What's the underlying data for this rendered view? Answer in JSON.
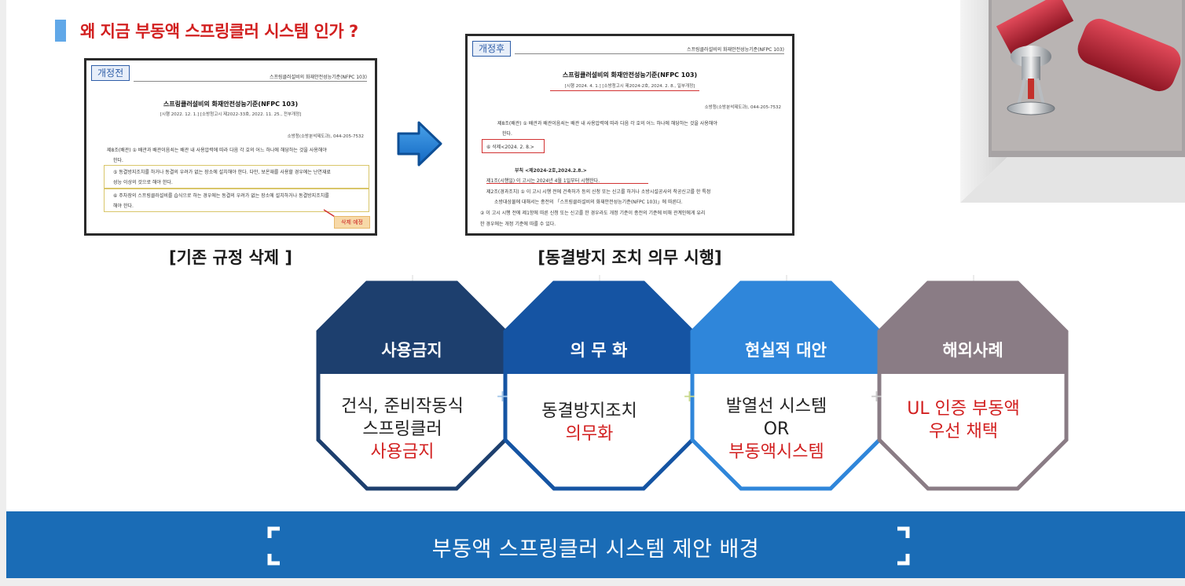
{
  "heading": "왜 지금 부동액 스프링클러 시스템 인가 ?",
  "doc_before": {
    "tag": "개정전",
    "topline": "스프링클러설비의 화재안전성능기준(NFPC 103)",
    "title": "스프링클러설비의 화재안전성능기준(NFPC 103)",
    "meta": "[시행 2022. 12. 1.] [소방청고시 제2022-33호, 2022. 11. 25., 전부개정]",
    "contact": "소방청(소방분석제도과), 044-205-7532",
    "line1": "제8조(배관) ① 배관과 배관이음쇠는 배관 내 사용압력에 따라 다음 각 호의 어느 하나에 해당하는 것을 사용해야",
    "line2": "한다.",
    "line3": "⑤ 동결방지조치를 하거나 동결의 우려가 없는 장소에 설치해야 한다. 다만, 보온재를 사용할 경우에는 난연재료",
    "line4": "성능 이상의 것으로 해야 한다.",
    "line5": "⑥ 주차장의 스프링클러설비를 습식으로 하는 경우에는 동결의 우려가 없는 장소에 설치하거나 동결방지조치를",
    "line6": "해야 한다.",
    "delete_label": "삭제 예정"
  },
  "doc_after": {
    "tag": "개정후",
    "topline": "스프링클러설비의 화재안전성능기준(NFPC 103)",
    "title": "스프링클러설비의 화재안전성능기준(NFPC 103)",
    "meta": "[시행 2024. 4. 1.] [소방청고시 제2024-2호, 2024. 2. 8., 일부개정]",
    "contact": "소방청(소방분석제도과), 044-205-7532",
    "line1": "제8조(배관) ① 배관과 배관이음쇠는 배관 내 사용압력에 따라 다음 각 호의 어느 하나에 해당하는 것을 사용해야",
    "line2": "한다.",
    "line3": "⑥ 삭제<2024. 2. 8.>",
    "line4": "부칙 <제2024-2호,2024.2.8.>",
    "line5": "제1조(시행일) 이 고시는 2024년 4월 1일부터 시행한다.",
    "line6": "제2조(경과조치) ① 이 고시 시행 전에 건축허가 등의 신청 또는 신고를 하거나 소방시설공사의 착공신고를 한 특정",
    "line7": "소방대상물에 대해서는 종전의 「스프링클러설비의 화재안전성능기준(NFPC 103)」에 따른다.",
    "line8": "② 이 고시 시행 전에 제1항에 따른 신청 또는 신고를 한 경우라도 개정 기준이 종전의 기준에 비해 관계인에게 유리",
    "line9": "한 경우에는 개정 기준에 따를 수 있다."
  },
  "caption_before": "[기존 규정 삭제 ]",
  "caption_after": "[동결방지 조치 의무 시행]",
  "octagons": [
    {
      "title": "사용금지",
      "line1": "건식, 준비작동식",
      "line2": "스프링클러",
      "line3": "사용금지",
      "color": "#1d3f6e"
    },
    {
      "title": "의 무 화",
      "line1": "동결방지조치",
      "line2": "의무화",
      "color": "#1554a3"
    },
    {
      "title": "현실적 대안",
      "line1": "발열선 시스템",
      "line2": "OR",
      "line3": "부동액시스템",
      "color": "#2f86da"
    },
    {
      "title": "해외사례",
      "line1": "UL 인증 부동액",
      "line2": "우선 채택",
      "color": "#8a7c85"
    }
  ],
  "plus_sign": "+",
  "banner": "부동액 스프링클러 시스템   제안 배경",
  "colors": {
    "heading_red": "#d21f1f",
    "banner_blue": "#1a6cb6",
    "heading_bar": "#61a8e8"
  }
}
